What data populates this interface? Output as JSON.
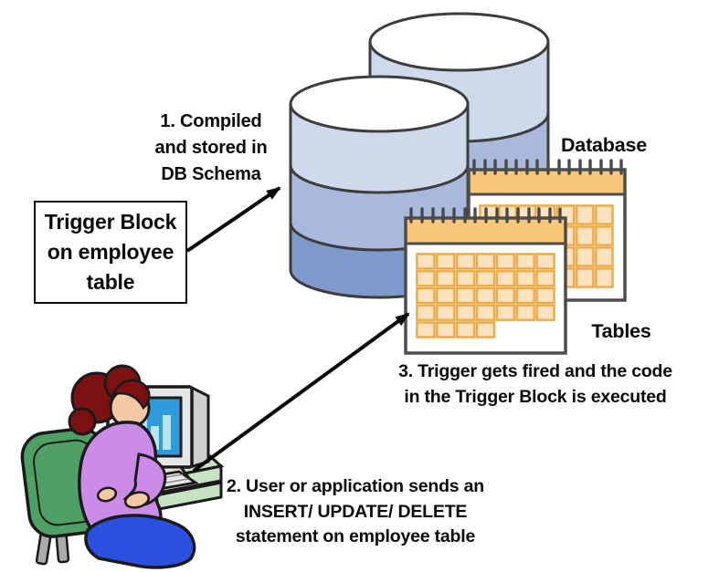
{
  "diagram": {
    "step1_label": "1. Compiled\nand stored in\nDB Schema",
    "trigger_block_label": "Trigger Block\non employee\ntable",
    "database_label": "Database",
    "tables_label": "Tables",
    "step2_label": "2. User or application sends an\nINSERT/ UPDATE/ DELETE\nstatement on employee table",
    "step3_label": "3. Trigger gets fired and the code\nin the Trigger Block is executed"
  },
  "colors": {
    "cylinder_top": "#CFD9EC",
    "cylinder_mid": "#A9B9DC",
    "cylinder_bottom": "#7E99CB",
    "cylinder_outline": "#3D3D3D",
    "calendar_header": "#F8C878",
    "calendar_cell": "#FCE3C0",
    "calendar_grid": "#EFA843",
    "calendar_outline": "#4D4D4D",
    "calendar_spiral": "#4A4A4A",
    "arrow": "#0A0A0A",
    "screen_blue": "#2F9BDB",
    "screen_bar": "#B9E4F6",
    "desk_green": "#C7E2C2",
    "chair_green": "#4FA065",
    "sweater_purple": "#CA8CE8",
    "skirt_blue": "#2B50E0",
    "hair_red": "#7B1113",
    "skin_tan": "#F2C9A2",
    "monitor_gray": "#E6E6E6"
  }
}
